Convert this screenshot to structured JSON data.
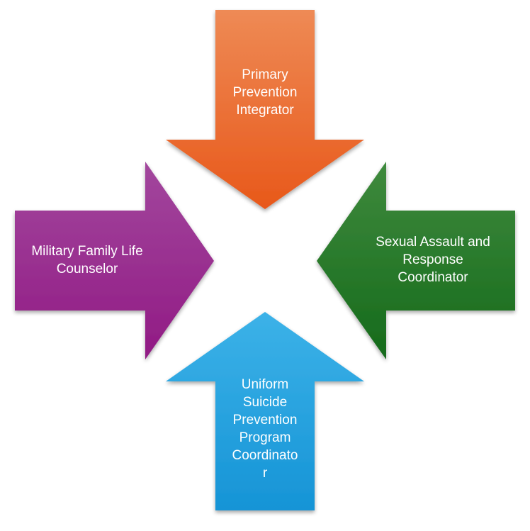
{
  "diagram": {
    "arrows": [
      {
        "id": "top",
        "label": "Primary\nPrevention\nIntegrator",
        "color_light": "#ee8a55",
        "color_dark": "#e8581a"
      },
      {
        "id": "left",
        "label": "Military Family Life\nCounselor",
        "color_light": "#a2479d",
        "color_dark": "#911a84"
      },
      {
        "id": "right",
        "label": "Sexual Assault and\nResponse\nCoordinator",
        "color_light": "#3f8a3d",
        "color_dark": "#156a1b"
      },
      {
        "id": "bottom",
        "label": "Uniform\nSuicide\nPrevention\nProgram\nCoordinato\nr",
        "color_light": "#3cb2e8",
        "color_dark": "#1694d6"
      }
    ]
  }
}
